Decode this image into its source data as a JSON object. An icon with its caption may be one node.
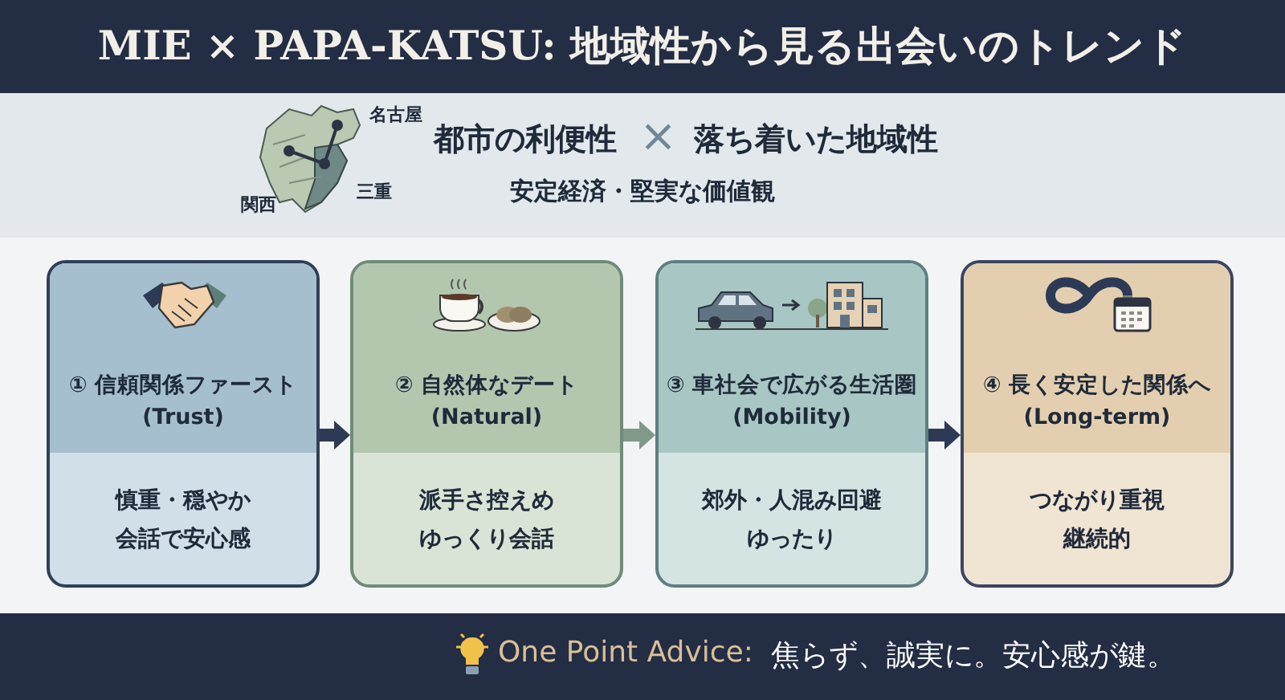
{
  "diagram": {
    "title": "MIE × PAPA-KATSU: 地域性から見る出会いのトレンド",
    "nodes": [
      {
        "text": [
          "① 信頼関係ファースト (Trust)",
          "慎重・穏やか会話で安心感"
        ]
      },
      {
        "text": [
          "② 自然体なデート (Natural)",
          "派手さ控えめゆっくり会話"
        ]
      },
      {
        "text": [
          "③ 車社会で広がる生活圏 (Mobility)",
          "郊外・人混み回避ゆったり"
        ]
      },
      {
        "text": [
          "④ 長く安定した関係へ (Long-term)",
          "つながり重視継続的"
        ]
      }
    ],
    "edges": [
      {
        "from": 0,
        "to": 1,
        "arrow": "to"
      },
      {
        "from": 1,
        "to": 2,
        "arrow": "to",
        "color": "#7f9a88"
      },
      {
        "from": 2,
        "to": 3,
        "arrow": "to"
      }
    ],
    "labels": [
      "名古屋",
      "関西",
      "三重",
      "都市の利便性",
      "×",
      "落ち着いた地域性",
      "安定経済・堅実な価値観",
      "One Point Advice:",
      "焦らず、誠実に。安心感が鍵。"
    ]
  }
}
